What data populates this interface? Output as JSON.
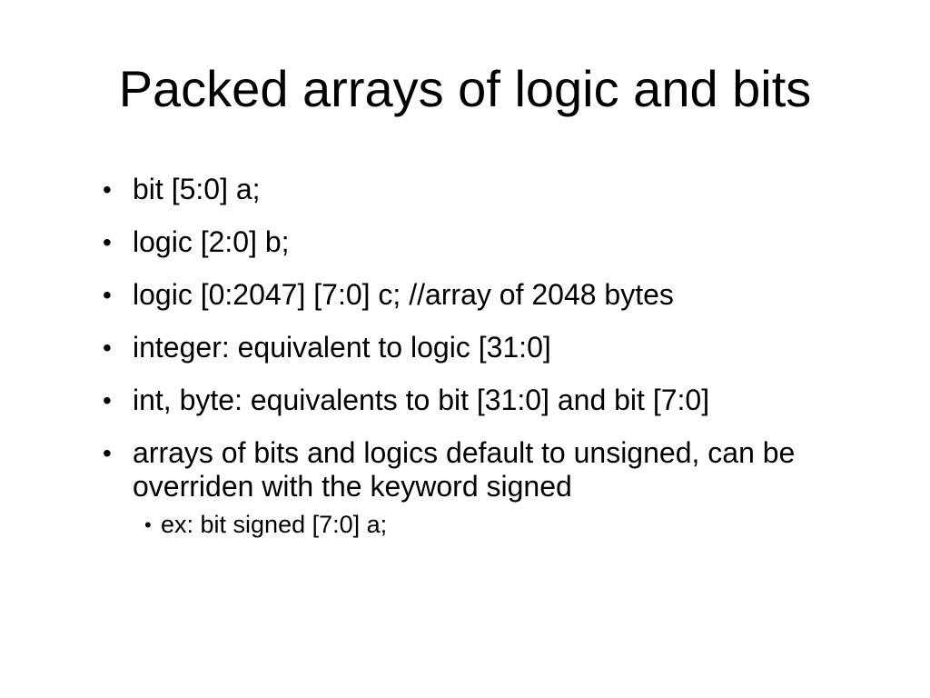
{
  "slide": {
    "title": "Packed arrays of logic and bits",
    "bullet_glyph": "•",
    "bullets": [
      "bit [5:0] a;",
      "logic [2:0] b;",
      "logic [0:2047] [7:0] c; //array of 2048 bytes",
      "integer: equivalent to logic [31:0]",
      "int, byte: equivalents to bit [31:0] and bit [7:0]",
      "arrays of bits and logics default to unsigned, can be overriden with the keyword signed"
    ],
    "sub_bullets": [
      "ex: bit signed [7:0] a;"
    ]
  }
}
